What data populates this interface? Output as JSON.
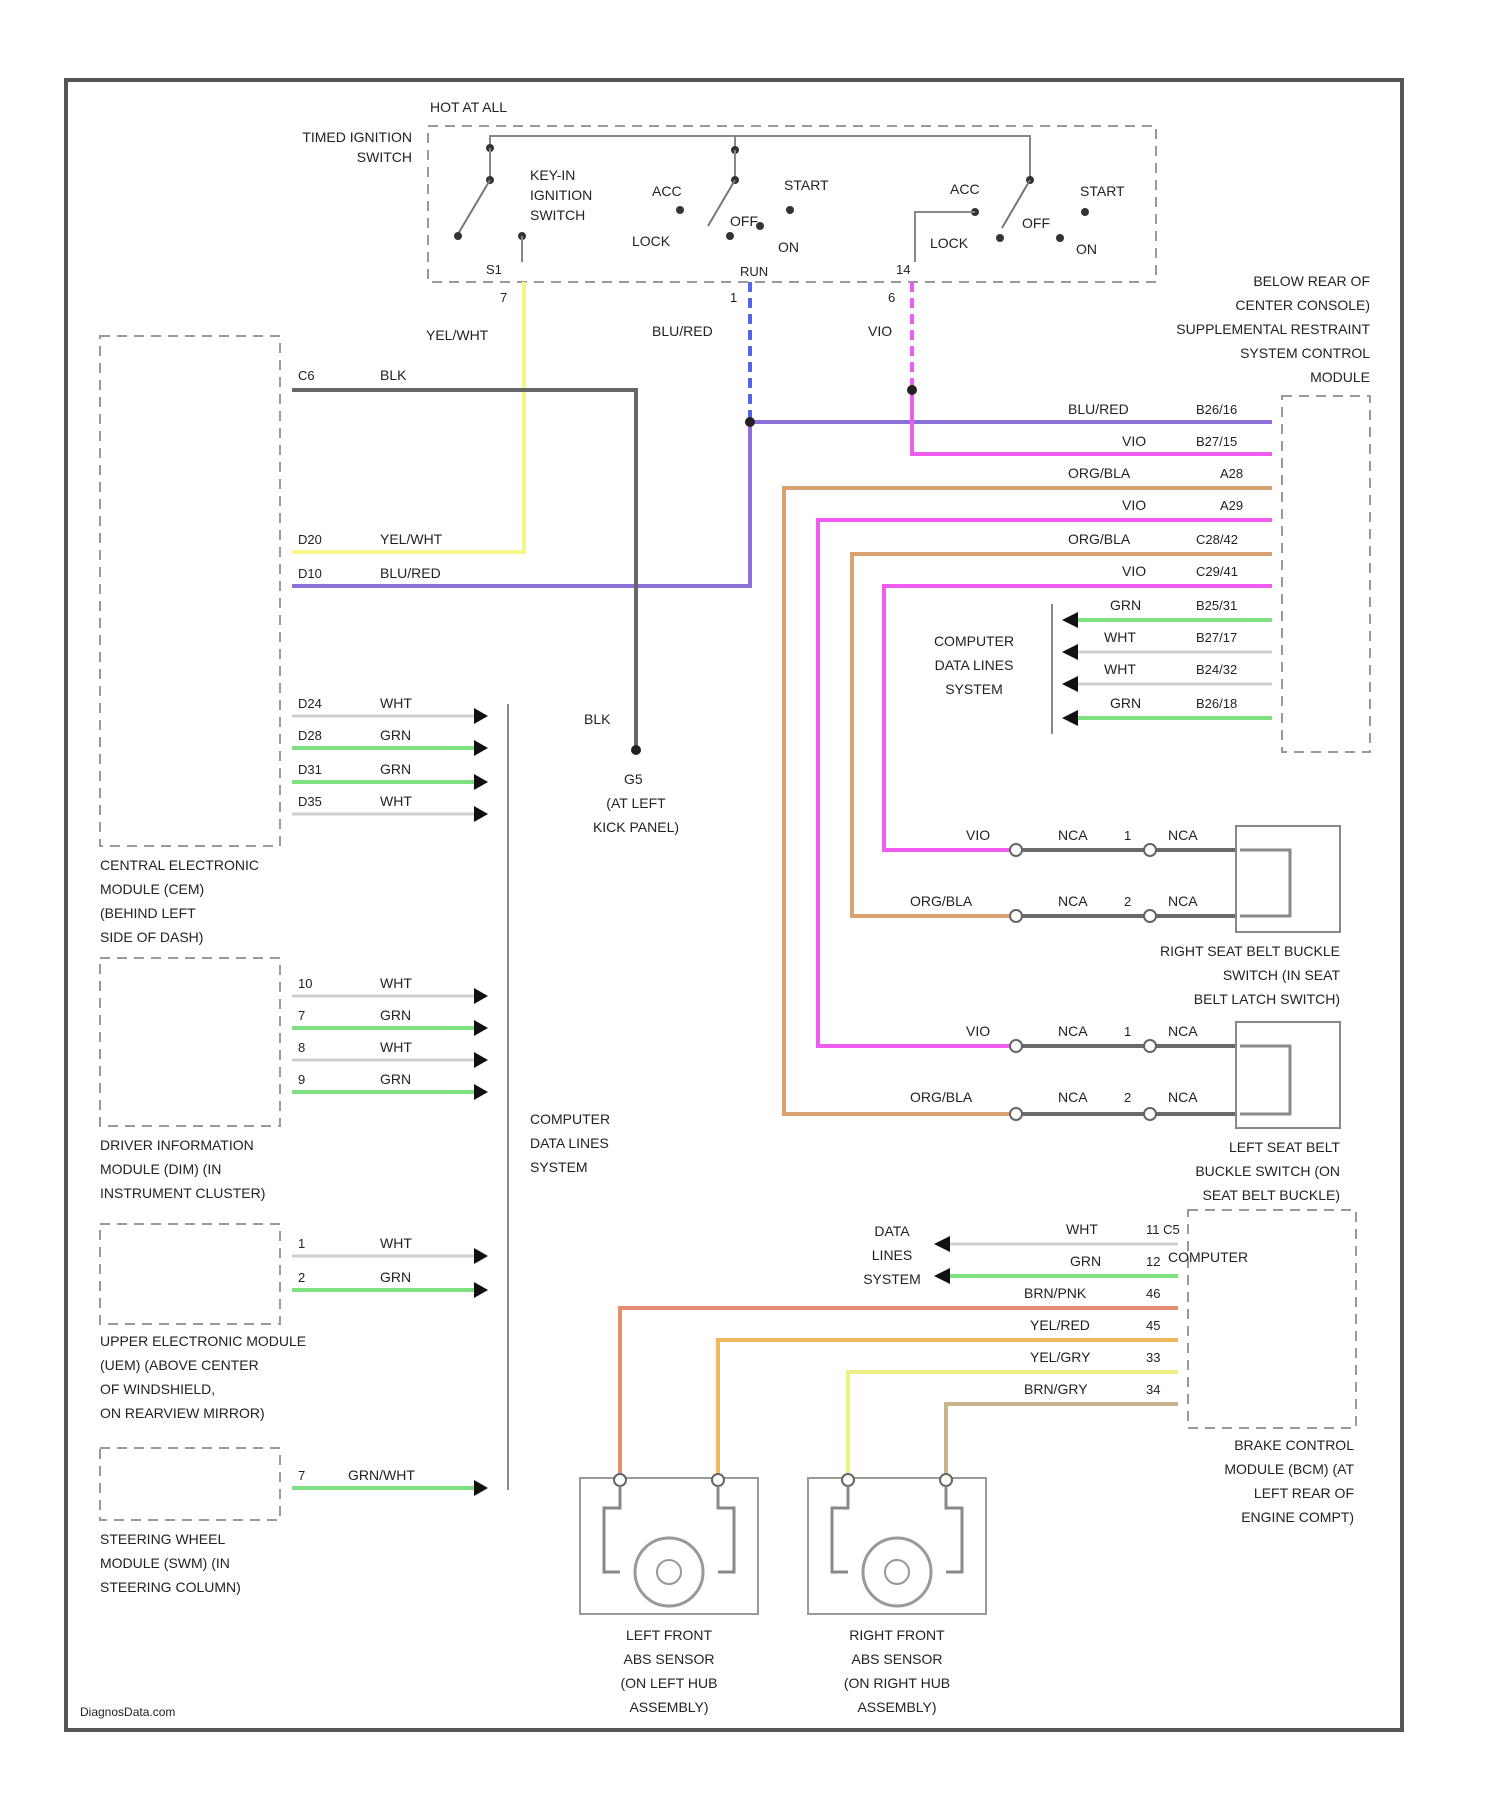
{
  "ignition": {
    "hot_at_all": "HOT AT ALL",
    "timed_switch": [
      "TIMED IGNITION",
      "SWITCH"
    ],
    "key_in": [
      "KEY-IN",
      "IGNITION",
      "SWITCH"
    ],
    "acc": "ACC",
    "lock": "LOCK",
    "start": "START",
    "off": "OFF",
    "on": "ON",
    "run": "RUN",
    "pin_7": "7",
    "pin_s1": "S1",
    "pin_1": "1",
    "pin_6": "6",
    "pin_14": "14"
  },
  "wires": {
    "yel_wht": "YEL/WHT",
    "blu_red": "BLU/RED",
    "vio": "VIO",
    "blk": "BLK",
    "org_bla": "ORG/BLA",
    "wht": "WHT",
    "grn": "GRN",
    "brn_pnk": "BRN/PNK",
    "yel_red": "YEL/RED",
    "yel_gry": "YEL/GRY",
    "brn_gry": "BRN/GRY",
    "grn_wht": "GRN/WHT",
    "nca": "NCA"
  },
  "cem": {
    "label": [
      "CENTRAL ELECTRONIC",
      "MODULE (CEM)",
      "(BEHIND LEFT",
      "SIDE OF DASH)"
    ],
    "pins": [
      "C6",
      "D20",
      "D10",
      "D24",
      "D28",
      "D31",
      "D35"
    ]
  },
  "ground": {
    "id": "G5",
    "label": [
      "(AT LEFT",
      "KICK PANEL)"
    ]
  },
  "srs": {
    "label": [
      "BELOW REAR OF",
      "CENTER CONSOLE)",
      "SUPPLEMENTAL RESTRAINT",
      "SYSTEM CONTROL",
      "MODULE"
    ],
    "pins": [
      "B26/16",
      "B27/15",
      "A28",
      "A29",
      "C28/42",
      "C29/41",
      "B25/31",
      "B27/17",
      "B24/32",
      "B26/18"
    ]
  },
  "cdl_srs": [
    "COMPUTER",
    "DATA LINES",
    "SYSTEM"
  ],
  "right_buckle": {
    "label": [
      "RIGHT SEAT BELT BUCKLE",
      "SWITCH (IN SEAT",
      "BELT LATCH SWITCH)"
    ],
    "pins": [
      "1",
      "2"
    ]
  },
  "left_buckle": {
    "label": [
      "LEFT SEAT BELT",
      "BUCKLE SWITCH (ON",
      "SEAT BELT BUCKLE)"
    ],
    "pins": [
      "1",
      "2"
    ]
  },
  "dim": {
    "label": [
      "DRIVER INFORMATION",
      "MODULE (DIM) (IN",
      "INSTRUMENT CLUSTER)"
    ],
    "pins": [
      "10",
      "7",
      "8",
      "9"
    ]
  },
  "cdl_main": [
    "COMPUTER",
    "DATA LINES",
    "SYSTEM"
  ],
  "uem": {
    "label": [
      "UPPER ELECTRONIC MODULE",
      "(UEM) (ABOVE CENTER",
      "OF WINDSHIELD,",
      "ON REARVIEW MIRROR)"
    ],
    "pins": [
      "1",
      "2"
    ]
  },
  "swm": {
    "label": [
      "STEERING WHEEL",
      "MODULE (SWM) (IN",
      "STEERING COLUMN)"
    ],
    "pin": "7"
  },
  "bcm": {
    "label": [
      "BRAKE CONTROL",
      "MODULE (BCM) (AT",
      "LEFT REAR OF",
      "ENGINE COMPT)"
    ],
    "pins": [
      "11 C5",
      "12",
      "46",
      "45",
      "33",
      "34"
    ],
    "cdl": [
      "DATA",
      "LINES",
      "SYSTEM"
    ],
    "computer": "COMPUTER"
  },
  "lf_sensor": {
    "label": [
      "LEFT FRONT",
      "ABS SENSOR",
      "(ON LEFT HUB",
      "ASSEMBLY)"
    ]
  },
  "rf_sensor": {
    "label": [
      "RIGHT FRONT",
      "ABS SENSOR",
      "(ON RIGHT HUB",
      "ASSEMBLY)"
    ]
  },
  "footer": "DiagnosData.com",
  "colors": {
    "frame": "#555555",
    "dash": "#9a9a9a",
    "yel_wht": "#f5f58a",
    "blu_red_dash": "#5566ee",
    "blu_red": "#8a70d8",
    "vio": "#f05cf0",
    "blk": "#666666",
    "org_bla": "#d9a070",
    "grn": "#7ee07e",
    "wht": "#cfcfcf",
    "brn_pnk": "#e49070",
    "yel_red": "#f2b860",
    "yel_gry": "#eeee88",
    "brn_gry": "#c8b48c",
    "nca": "#6a6a6a"
  }
}
